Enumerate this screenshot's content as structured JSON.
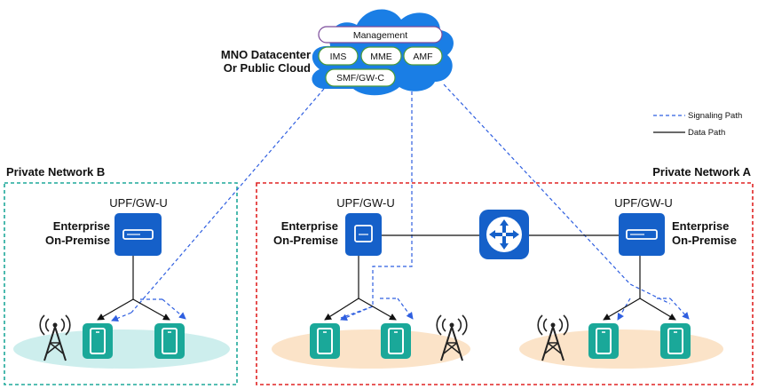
{
  "cloud": {
    "title_line1": "MNO Datacenter",
    "title_line2": "Or Public Cloud",
    "management": "Management",
    "ims": "IMS",
    "mme": "MME",
    "amf": "AMF",
    "smf": "SMF/GW-C"
  },
  "legend": {
    "signaling": "Signaling Path",
    "data": "Data Path"
  },
  "network_b": {
    "title": "Private Network B",
    "upf_label": "UPF/GW-U",
    "enterprise_line1": "Enterprise",
    "enterprise_line2": "On-Premise"
  },
  "network_a": {
    "title": "Private Network A",
    "upf_left_label": "UPF/GW-U",
    "upf_right_label": "UPF/GW-U",
    "left_enterprise_line1": "Enterprise",
    "left_enterprise_line2": "On-Premise",
    "right_enterprise_line1": "Enterprise",
    "right_enterprise_line2": "On-Premise"
  },
  "colors": {
    "cloud": "#1a7ee5",
    "pill_border_green": "#4a9a3a",
    "pill_border_purple": "#7a4a9a",
    "device_teal": "#1aa899",
    "upf_blue": "#1560c9",
    "signaling": "#2f5fe0",
    "network_a_border": "#e02424",
    "network_b_border": "#1fa89a",
    "ground_b": "#cdeeed",
    "ground_a": "#fbe3c8"
  }
}
